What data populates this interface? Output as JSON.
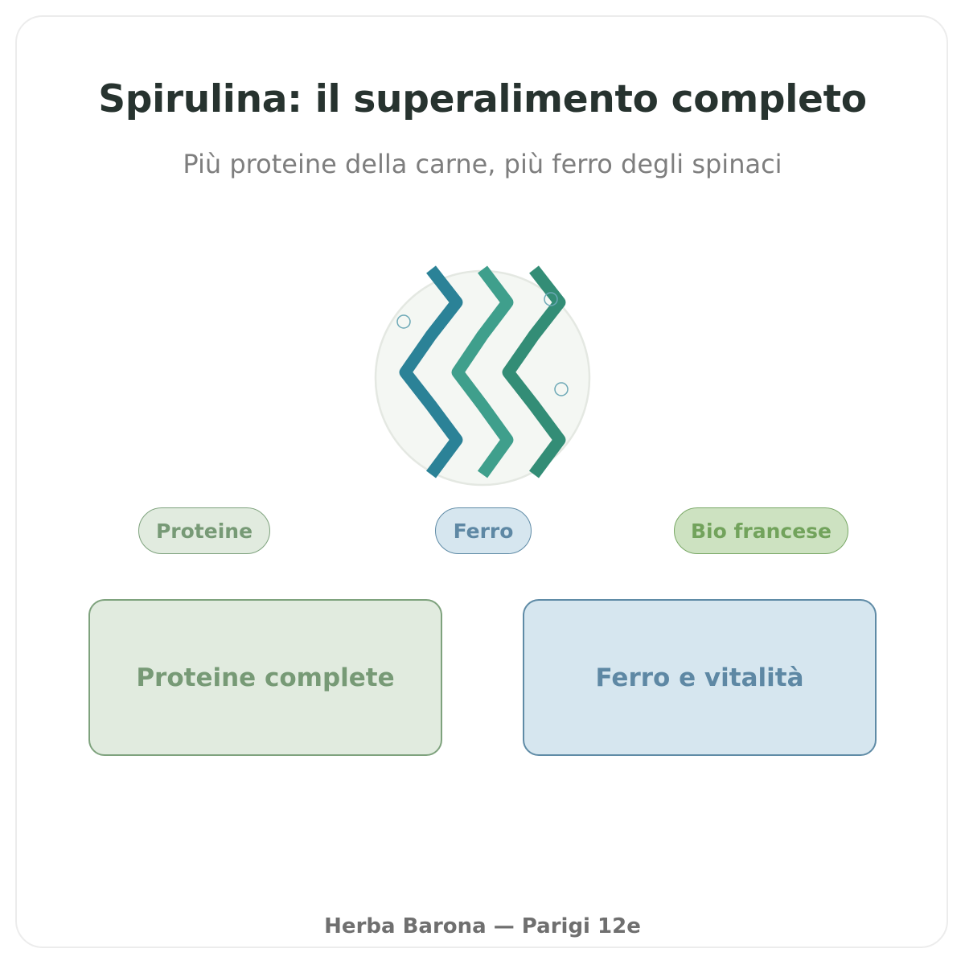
{
  "header": {
    "title": "Spirulina: il superalimento completo",
    "subtitle": "Più proteine della carne, più ferro degli spinaci"
  },
  "illustration": {
    "icon": "spirulina-strands-icon",
    "strand_colors": [
      "#2b8297",
      "#3f9f8c",
      "#338d76"
    ],
    "circle_fill": "#f4f7f3"
  },
  "tags": [
    {
      "label": "Proteine"
    },
    {
      "label": "Ferro"
    },
    {
      "label": "Bio francese"
    }
  ],
  "benefits": [
    {
      "label": "Proteine complete"
    },
    {
      "label": "Ferro e vitalità"
    }
  ],
  "footer": {
    "text": "Herba Barona — Parigi 12e"
  },
  "colors": {
    "title": "#27332f",
    "green_accent": "#7ea27d",
    "blue_accent": "#5f8ba6",
    "bio_accent": "#79a866"
  }
}
